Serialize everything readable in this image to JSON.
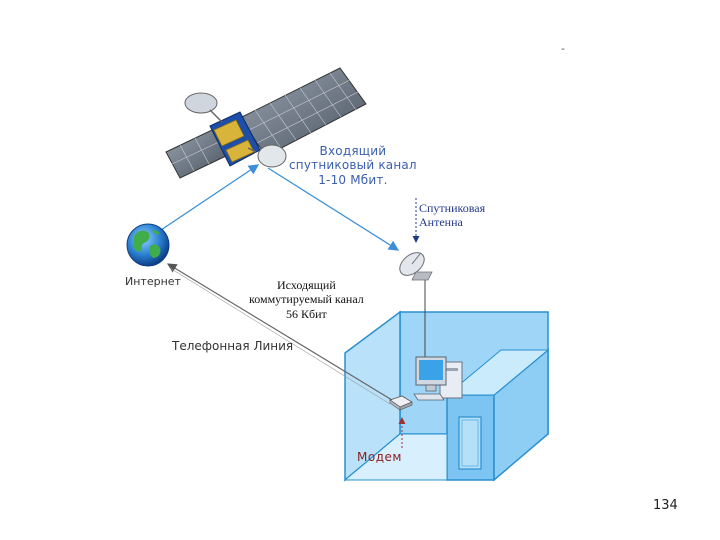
{
  "labels": {
    "incoming_channel": "Входящий\nспутниковый канал\n1-10 Мбит.",
    "satellite_antenna": "Спутниковая\nАнтенна",
    "internet": "Интернет",
    "outgoing_channel": "Исходящий\nкоммутируемый канал\n56 Кбит",
    "phone_line": "Телефонная Линия",
    "modem": "Модем",
    "page_number": "134",
    "corner_mark": "-"
  },
  "colors": {
    "link_blue": "#3a8fd8",
    "label_blue": "#3a5fb0",
    "modem_label": "#8b2020",
    "room_wall": "#9fd6f7",
    "room_edge": "#2a8fd0"
  },
  "icons": {
    "satellite": "satellite-icon",
    "globe": "globe-icon",
    "antenna": "satellite-dish-icon",
    "computer": "computer-icon",
    "modem": "modem-icon",
    "door": "door-icon"
  }
}
